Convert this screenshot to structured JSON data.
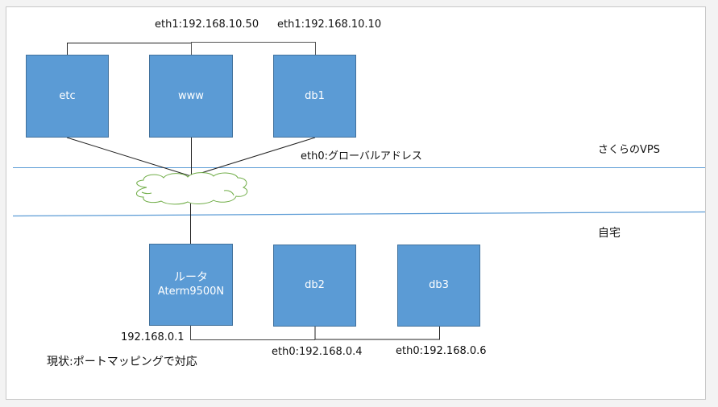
{
  "zones": {
    "vps_label": "さくらのVPS",
    "home_label": "自宅"
  },
  "nodes": {
    "etc": {
      "label": "etc"
    },
    "www": {
      "label": "www"
    },
    "db1": {
      "label": "db1"
    },
    "router": {
      "label": "ルータ",
      "model": "Aterm9500N"
    },
    "db2": {
      "label": "db2"
    },
    "db3": {
      "label": "db3"
    }
  },
  "address_labels": {
    "www_eth1": "eth1:192.168.10.50",
    "db1_eth1": "eth1:192.168.10.10",
    "global_eth0": "eth0:グローバルアドレス",
    "router_ip": "192.168.0.1",
    "db2_eth0": "eth0:192.168.0.4",
    "db3_eth0": "eth0:192.168.0.6"
  },
  "note": "現状:ポートマッピングで対応",
  "colors": {
    "node_fill": "#5b9bd5",
    "node_border": "#41719c",
    "zone_line": "#5b9bd5",
    "cloud_stroke": "#70ad47"
  }
}
